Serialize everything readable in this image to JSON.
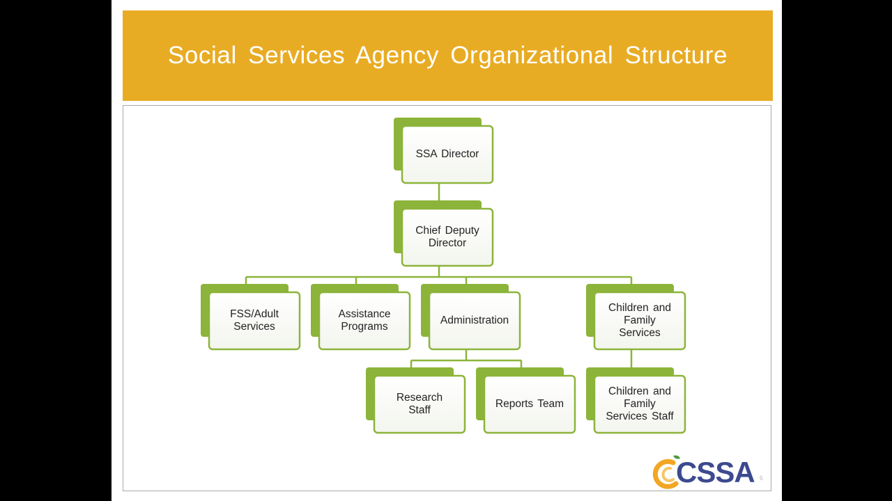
{
  "slide": {
    "title": "Social Services  Agency Organizational  Structure",
    "page_number": "6"
  },
  "logo": {
    "wordmark": "CSSA"
  },
  "colors": {
    "title_bar": "#e8ac24",
    "node_accent": "#8cb43a",
    "node_border": "#8cb43a",
    "connector": "#8cb43a"
  },
  "org_chart": {
    "nodes": [
      {
        "id": "ssa_director",
        "label": "SSA Director",
        "parent": null
      },
      {
        "id": "chief_deputy",
        "label": "Chief Deputy\nDirector",
        "parent": "ssa_director"
      },
      {
        "id": "fss_adult",
        "label": "FSS/Adult\nServices",
        "parent": "chief_deputy"
      },
      {
        "id": "assistance",
        "label": "Assistance\nPrograms",
        "parent": "chief_deputy"
      },
      {
        "id": "administration",
        "label": "Administration",
        "parent": "chief_deputy"
      },
      {
        "id": "cfs",
        "label": "Children  and\nFamily\nServices",
        "parent": "chief_deputy"
      },
      {
        "id": "research",
        "label": "Research\nStaff",
        "parent": "administration"
      },
      {
        "id": "reports",
        "label": "Reports  Team",
        "parent": "administration"
      },
      {
        "id": "cfs_staff",
        "label": "Children  and\nFamily\nServices  Staff",
        "parent": "cfs"
      }
    ]
  }
}
